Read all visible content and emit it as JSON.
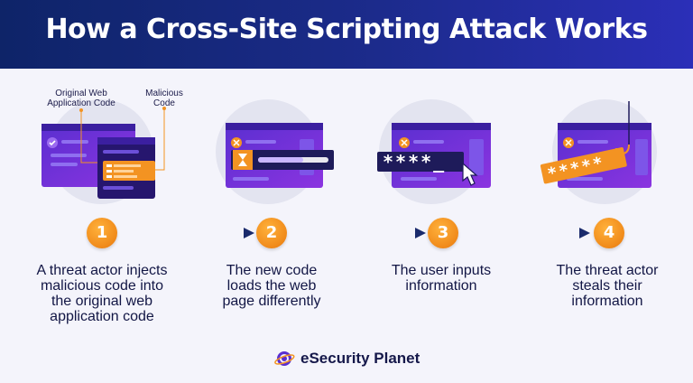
{
  "title": "How a Cross-Site Scripting Attack Works",
  "labels": {
    "original_code": [
      "Original Web",
      "Application Code"
    ],
    "malicious_code": [
      "Malicious",
      "Code"
    ]
  },
  "password_mask_input": "****_",
  "password_mask_stolen": "*****",
  "steps": [
    {
      "number": "1",
      "lines": [
        "A threat actor injects",
        "malicious code into",
        "the original web",
        "application code"
      ]
    },
    {
      "number": "2",
      "lines": [
        "The new code",
        "loads the web",
        "page differently"
      ]
    },
    {
      "number": "3",
      "lines": [
        "The user inputs",
        "information"
      ]
    },
    {
      "number": "4",
      "lines": [
        "The threat actor",
        "steals their",
        "information"
      ]
    }
  ],
  "brand": {
    "name": "eSecurity Planet"
  },
  "colors": {
    "banner": "#1c2b8c",
    "accent": "#f39322",
    "window": "#6b2fd6",
    "arrow": "#1a2a6c"
  }
}
